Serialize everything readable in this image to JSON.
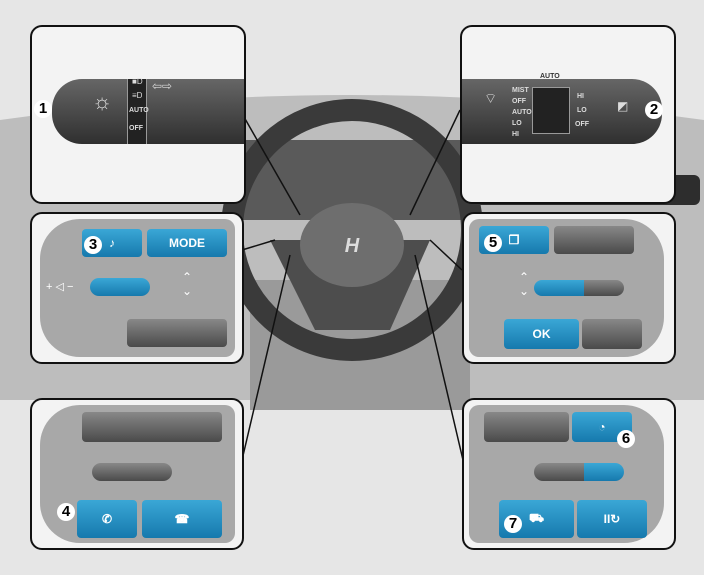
{
  "callouts": [
    "1",
    "2",
    "3",
    "4",
    "5",
    "6",
    "7"
  ],
  "panel1": {
    "labels": [
      "AUTO",
      "OFF"
    ],
    "icons": [
      "headlight-icon",
      "fog-light-icon",
      "turn-signal-icon",
      "light-switch-icon"
    ]
  },
  "panel2": {
    "top_label": "AUTO",
    "labels": [
      "MIST",
      "OFF",
      "AUTO",
      "LO",
      "HI"
    ],
    "ring_labels": [
      "HI",
      "LO",
      "OFF"
    ],
    "icons": [
      "front-wiper-icon",
      "rear-wiper-icon"
    ]
  },
  "panel3": {
    "mode_label": "MODE",
    "icons": [
      "voice-recognition-icon",
      "volume-icon"
    ]
  },
  "panel5": {
    "ok_label": "OK",
    "icons": [
      "menu-icon"
    ]
  },
  "panel4": {
    "icons": [
      "call-answer-icon",
      "call-end-icon"
    ]
  },
  "panel67": {
    "icons": [
      "cruise-control-icon",
      "lane-assist-icon",
      "cancel-icon"
    ]
  },
  "colors": {
    "accent": "#1f8cc0",
    "frame": "#111111"
  }
}
